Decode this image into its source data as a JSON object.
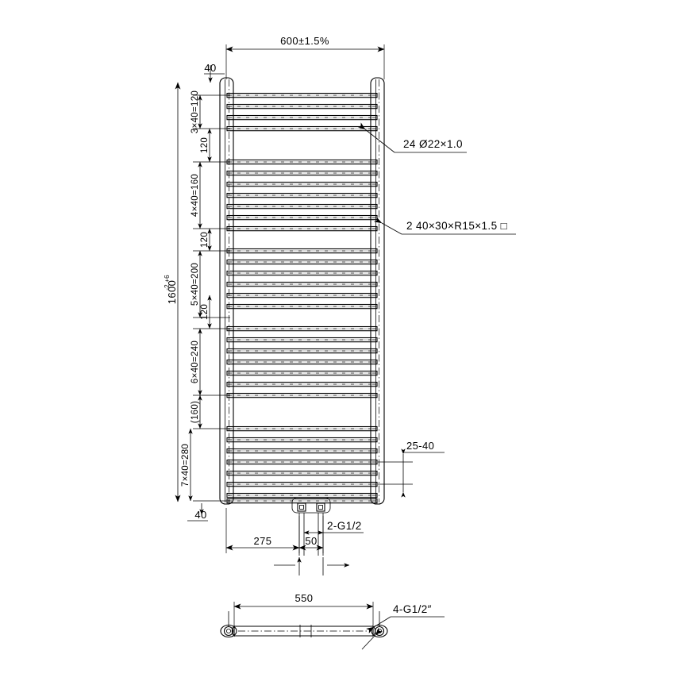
{
  "drawing": {
    "type": "technical-engineering-drawing",
    "subject": "heated-towel-rail-radiator",
    "units": "mm",
    "background_color": "#ffffff",
    "line_color": "#000000",
    "tube_shade_color": "#9a9a9a"
  },
  "front_view": {
    "name": "front-elevation",
    "overall_width": {
      "label": "600±1.5%",
      "value": 600,
      "tolerance": "±1.5%"
    },
    "overall_height": {
      "label": "1600",
      "value": 1600,
      "tolerance_upper": "+6",
      "tolerance_lower": "-2"
    },
    "top_offset": {
      "label": "40",
      "value": 40
    },
    "bottom_offset": {
      "label": "40",
      "value": 40
    },
    "vertical_chain": [
      {
        "label": "3×40=120",
        "value": 120,
        "kind": "group"
      },
      {
        "label": "120",
        "value": 120,
        "kind": "gap"
      },
      {
        "label": "4×40=160",
        "value": 160,
        "kind": "group"
      },
      {
        "label": "120",
        "value": 120,
        "kind": "gap"
      },
      {
        "label": "5×40=200",
        "value": 200,
        "kind": "group"
      },
      {
        "label": "120",
        "value": 120,
        "kind": "gap"
      },
      {
        "label": "6×40=240",
        "value": 240,
        "kind": "group"
      },
      {
        "label": "(160)",
        "value": 160,
        "kind": "gap-reference"
      },
      {
        "label": "7×40=280",
        "value": 280,
        "kind": "group"
      }
    ],
    "tube_groups": [
      {
        "count": 3,
        "pitch": 40
      },
      {
        "count": 4,
        "pitch": 40
      },
      {
        "count": 5,
        "pitch": 40
      },
      {
        "count": 6,
        "pitch": 40
      },
      {
        "count": 7,
        "pitch": 40
      }
    ],
    "notes": [
      {
        "id": "note-tubes",
        "label": "24  Ø22×1.0",
        "quantity": 24,
        "description": "round tube 22 dia x 1.0 wall"
      },
      {
        "id": "note-rails",
        "label": "2  40×30×R15×1.5  □",
        "quantity": 2,
        "description": "vertical rail 40x30 R15 x1.5 wall"
      }
    ],
    "projection_dim": {
      "label": "25-40",
      "value_min": 25,
      "value_max": 40
    },
    "bottom_dims": [
      {
        "label": "275",
        "value": 275
      },
      {
        "label": "50",
        "value": 50
      }
    ],
    "connection_note": {
      "label": "2-G1/2",
      "quantity": 2,
      "thread": "G1/2"
    }
  },
  "bottom_view": {
    "name": "bottom-plan-view",
    "width_dim": {
      "label": "550",
      "value": 550
    },
    "connection_note": {
      "label": "4-G1/2″",
      "quantity": 4,
      "thread": "G1/2\""
    }
  }
}
